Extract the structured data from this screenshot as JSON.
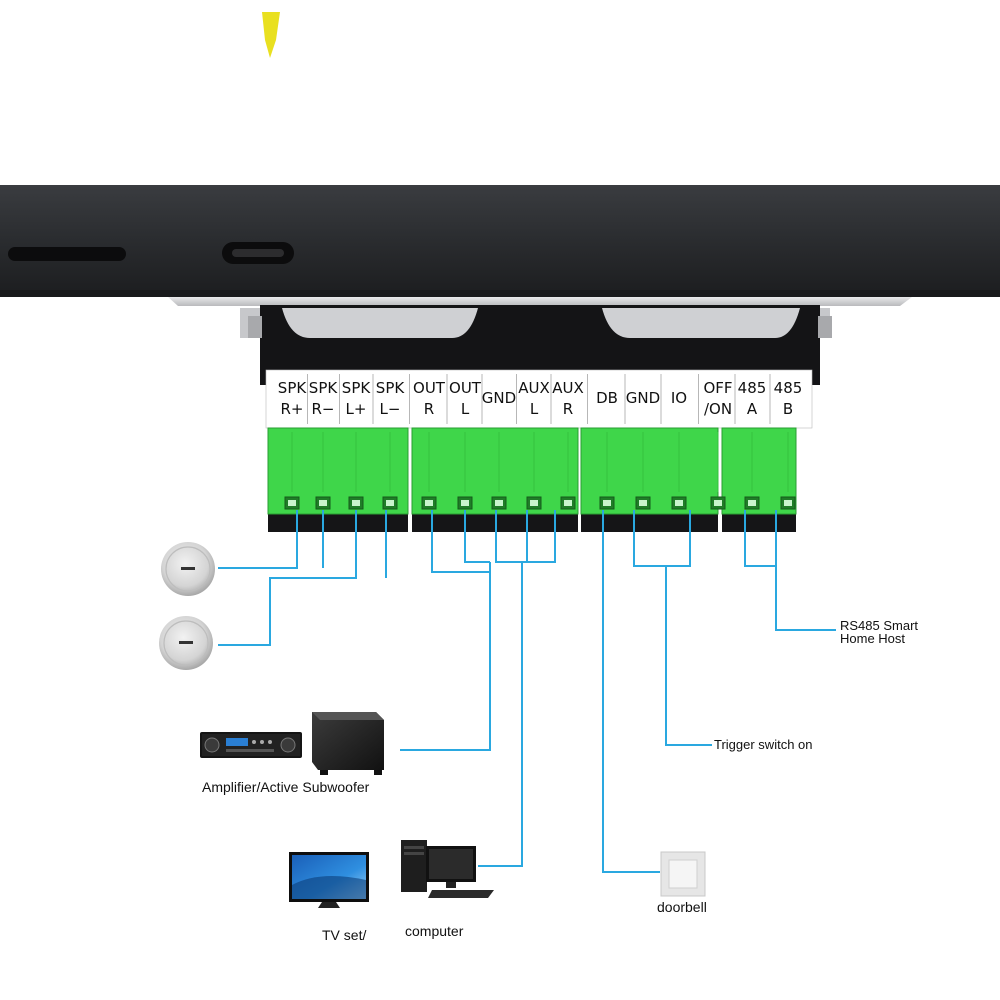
{
  "terminals": [
    {
      "line1": "SPK",
      "line2": "R+"
    },
    {
      "line1": "SPK",
      "line2": "R−"
    },
    {
      "line1": "SPK",
      "line2": "L+"
    },
    {
      "line1": "SPK",
      "line2": "L−"
    },
    {
      "line1": "OUT",
      "line2": "R"
    },
    {
      "line1": "OUT",
      "line2": "L"
    },
    {
      "line1": "GND",
      "line2": ""
    },
    {
      "line1": "AUX",
      "line2": "L"
    },
    {
      "line1": "AUX",
      "line2": "R"
    },
    {
      "line1": "DB",
      "line2": ""
    },
    {
      "line1": "GND",
      "line2": ""
    },
    {
      "line1": "IO",
      "line2": ""
    },
    {
      "line1": "OFF",
      "line2": "/ON"
    },
    {
      "line1": "485",
      "line2": "A"
    },
    {
      "line1": "485",
      "line2": "B"
    }
  ],
  "labels": {
    "rs485_line1": "RS485 Smart",
    "rs485_line2": "Home Host",
    "trigger": "Trigger switch on",
    "amplifier": "Amplifier/Active Subwoofer",
    "doorbell": "doorbell",
    "tv": "TV set/",
    "computer": "computer"
  },
  "colors": {
    "wire": "#2aa8e0",
    "connector": "#3fd64a",
    "panel": "#2b2d30",
    "label_strip": "#ffffff"
  }
}
